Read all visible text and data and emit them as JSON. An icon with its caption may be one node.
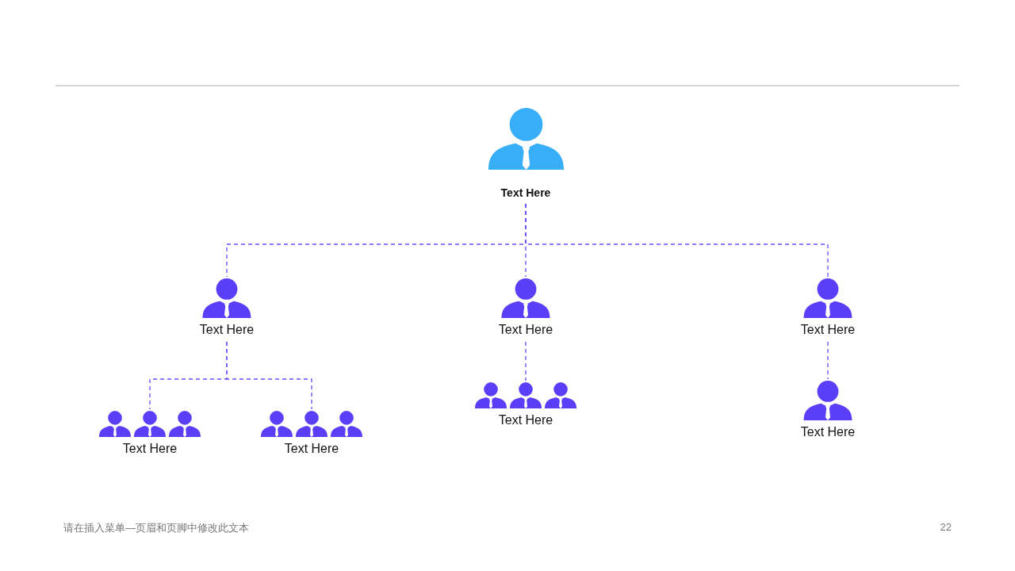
{
  "diagram": {
    "nodes": [
      {
        "text": [
          "Text Here"
        ]
      },
      {
        "text": [
          "Text Here"
        ]
      },
      {
        "text": [
          "Text Here"
        ]
      },
      {
        "text": [
          "Text Here"
        ]
      },
      {
        "text": [
          "Text Here"
        ]
      },
      {
        "text": [
          "Text Here"
        ]
      },
      {
        "text": [
          "Text Here"
        ]
      },
      {
        "text": [
          "Text Here"
        ]
      }
    ],
    "edges": [
      {
        "from": 0,
        "to": 1,
        "arrow": "none",
        "style": "dashed"
      },
      {
        "from": 0,
        "to": 2,
        "arrow": "none",
        "style": "dashed"
      },
      {
        "from": 0,
        "to": 3,
        "arrow": "none",
        "style": "dashed"
      },
      {
        "from": 1,
        "to": 4,
        "arrow": "none",
        "style": "dashed"
      },
      {
        "from": 1,
        "to": 5,
        "arrow": "none",
        "style": "dashed"
      },
      {
        "from": 2,
        "to": 6,
        "arrow": "none",
        "style": "dashed"
      },
      {
        "from": 3,
        "to": 7,
        "arrow": "none",
        "style": "dashed"
      }
    ],
    "labels": [
      "请在插入菜单—页眉和页脚中修改此文本",
      "22"
    ]
  }
}
